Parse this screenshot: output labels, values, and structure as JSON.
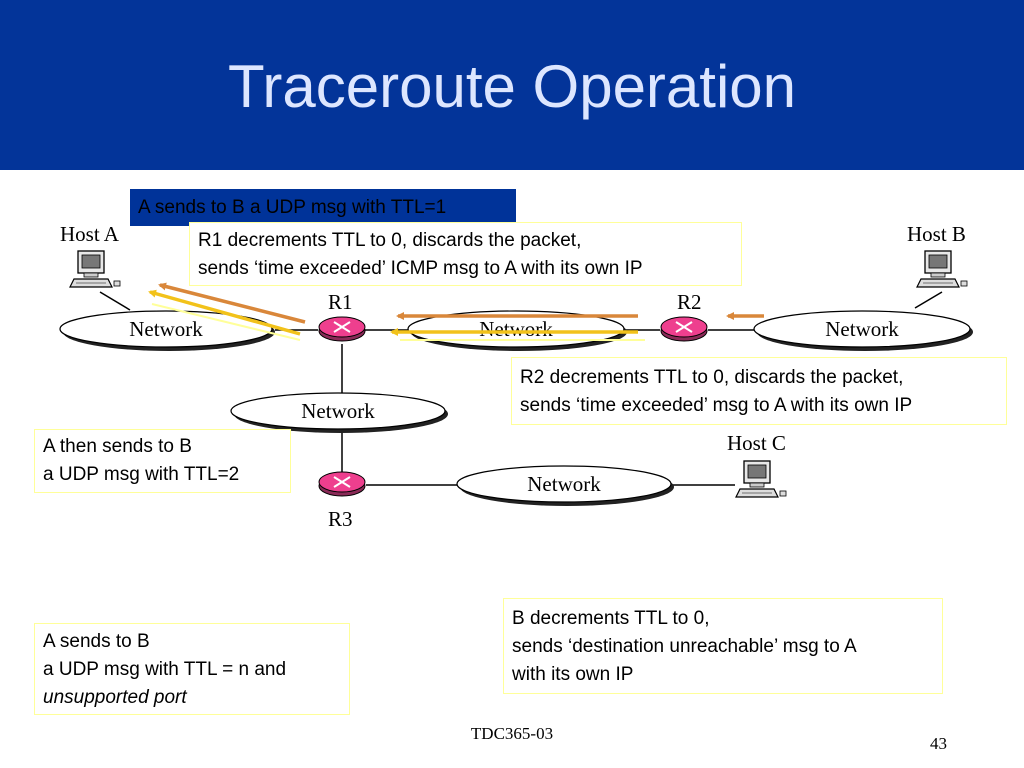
{
  "slide": {
    "title": "Traceroute Operation",
    "footer_code": "TDC365-03",
    "page_number": "43"
  },
  "labels": {
    "host_a": "Host A",
    "host_b": "Host B",
    "host_c": "Host C",
    "r1": "R1",
    "r2": "R2",
    "r3": "R3",
    "network": "Network"
  },
  "callouts": {
    "a_sends_ttl1": "A sends to B a UDP msg with TTL=1",
    "r1_line1": "R1 decrements TTL to 0, discards the packet,",
    "r1_line2": "sends ‘time exceeded’ ICMP msg to A with its own IP",
    "r2_line1": "R2 decrements TTL to 0, discards the packet,",
    "r2_line2": "sends ‘time exceeded’ msg to A with its own IP",
    "ttl2_line1": "A then sends to B",
    "ttl2_line2": "a UDP msg with TTL=2",
    "n_line1": "A sends to B",
    "n_line2": "a UDP msg with TTL = n and",
    "n_line3": "unsupported port",
    "b_line1": "B decrements TTL to 0,",
    "b_line2": "sends ‘destination unreachable’ msg to A",
    "b_line3": "with its own IP"
  },
  "colors": {
    "header_bg": "#033499",
    "title_text": "#dde6ff",
    "router_fill": "#ee3f8e",
    "arrow_orange": "#d9873a",
    "arrow_yellow": "#f2c21a",
    "callout_border": "#ffff99"
  },
  "icons": [
    "computer-icon",
    "router-icon"
  ]
}
